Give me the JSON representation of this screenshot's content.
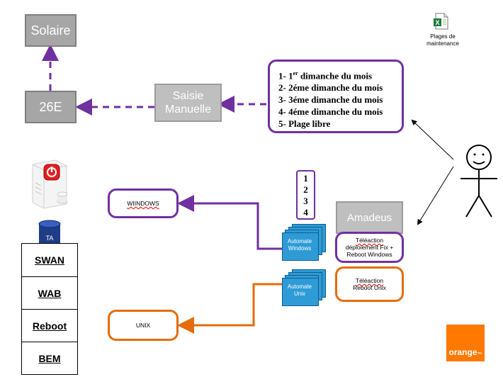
{
  "nodes": {
    "solaire": "Solaire",
    "e26": "26E",
    "saisie_line1": "Saisie",
    "saisie_line2": "Manuelle",
    "amadeus": "Amadeus",
    "windows": "WIINDOWS",
    "unix": "UNIX",
    "teleaction_windows": [
      "Téléaction",
      "déploiement Fix +",
      "Reboot Windows"
    ],
    "teleaction_unix": [
      "Téléaction",
      "Reboot Unix"
    ],
    "automate_windows": [
      "Automate",
      "Windows"
    ],
    "automate_unix": [
      "Automate",
      "Unix"
    ]
  },
  "schedule_list": [
    {
      "num": "1-",
      "main": "1",
      "sup": "er",
      "rest": " dimanche du mois"
    },
    {
      "num": "2-",
      "main": "2éme dimanche du mois",
      "sup": "",
      "rest": ""
    },
    {
      "num": "3-",
      "main": "3éme dimanche du mois",
      "sup": "",
      "rest": ""
    },
    {
      "num": "4-",
      "main": "4éme dimanche du mois",
      "sup": "",
      "rest": ""
    },
    {
      "num": "5-",
      "main": "Plage libre",
      "sup": "",
      "rest": ""
    }
  ],
  "numbers": [
    "1",
    "2",
    "3",
    "4"
  ],
  "excel_caption": [
    "Plages de",
    "maintenance"
  ],
  "database_label": "TA",
  "side_stack": [
    "SWAN",
    "WAB",
    "Reboot",
    "BEM"
  ],
  "logo_text": "orange",
  "logo_mark": "™",
  "colors": {
    "purple": "#7030a0",
    "orange": "#e46c0a",
    "gray": "#a6a6a6",
    "automate_blue": "#2e9bd6",
    "brand_orange": "#ff7900"
  }
}
